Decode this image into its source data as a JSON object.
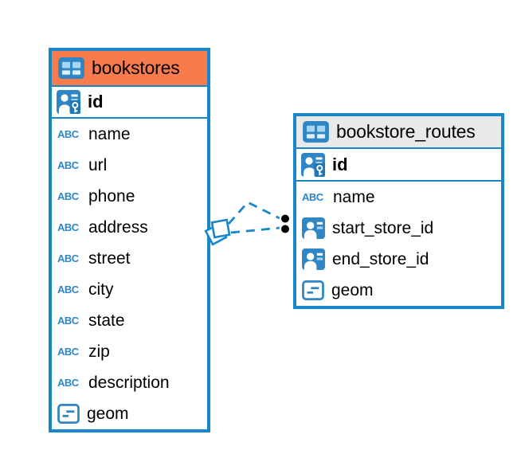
{
  "canvas": {
    "background": "#ffffff"
  },
  "colors": {
    "table_border_blue": "#1787C9",
    "bookstores_header_orange": "#F87B4D",
    "routes_header_gray": "#E9E9E9",
    "icon_blue": "#2E86C5",
    "icon_light_blue": "#A8D5F2",
    "relationship_blue": "#1787C9",
    "text_black": "#000000"
  },
  "icons": {
    "table_icon": "table-grid",
    "primary_key_icon": "id-badge-with-key",
    "foreign_key_icon": "id-badge",
    "text_type_label": "ABC",
    "geometry_icon": "box-with-dashes",
    "relationship_source_marker": "double-diamond",
    "relationship_target_marker": "black-dot"
  },
  "tables": [
    {
      "name": "bookstores",
      "header_color": "orange",
      "primary_key": "id",
      "columns": [
        {
          "label": "name",
          "type": "text"
        },
        {
          "label": "url",
          "type": "text"
        },
        {
          "label": "phone",
          "type": "text"
        },
        {
          "label": "address",
          "type": "text"
        },
        {
          "label": "street",
          "type": "text"
        },
        {
          "label": "city",
          "type": "text"
        },
        {
          "label": "state",
          "type": "text"
        },
        {
          "label": "zip",
          "type": "text"
        },
        {
          "label": "description",
          "type": "text"
        },
        {
          "label": "geom",
          "type": "geometry"
        }
      ]
    },
    {
      "name": "bookstore_routes",
      "header_color": "gray",
      "primary_key": "id",
      "columns": [
        {
          "label": "name",
          "type": "text"
        },
        {
          "label": "start_store_id",
          "type": "foreign-key"
        },
        {
          "label": "end_store_id",
          "type": "foreign-key"
        },
        {
          "label": "geom",
          "type": "geometry"
        }
      ]
    }
  ],
  "relationships": [
    {
      "from_table": "bookstores",
      "to_table": "bookstore_routes",
      "to_column": "start_store_id",
      "line_style": "dashed"
    },
    {
      "from_table": "bookstores",
      "to_table": "bookstore_routes",
      "to_column": "end_store_id",
      "line_style": "dashed"
    }
  ]
}
